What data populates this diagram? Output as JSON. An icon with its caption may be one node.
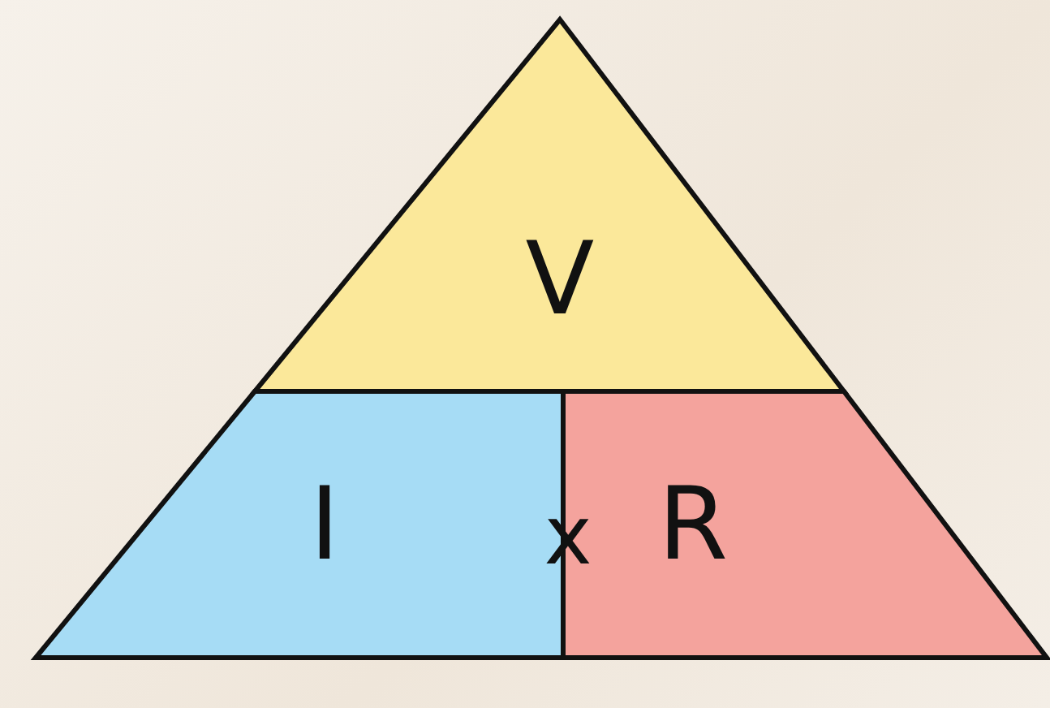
{
  "diagram": {
    "nodes": [
      {
        "text": [
          "V"
        ]
      },
      {
        "text": [
          "I"
        ]
      },
      {
        "text": [
          "R"
        ]
      }
    ],
    "labels": [
      "x"
    ]
  }
}
